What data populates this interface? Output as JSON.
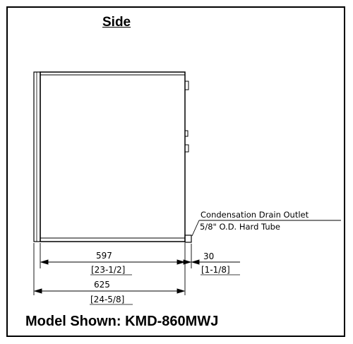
{
  "title": "Side",
  "model_label": "Model Shown: KMD-860MWJ",
  "callout": {
    "line1": "Condensation Drain Outlet",
    "line2": "5/8\" O.D. Hard Tube"
  },
  "dimensions": {
    "depth_mm": "597",
    "depth_in": "[23-1/2]",
    "drain_mm": "30",
    "drain_in": "[1-1/8]",
    "overall_mm": "625",
    "overall_in": "[24-5/8]"
  }
}
